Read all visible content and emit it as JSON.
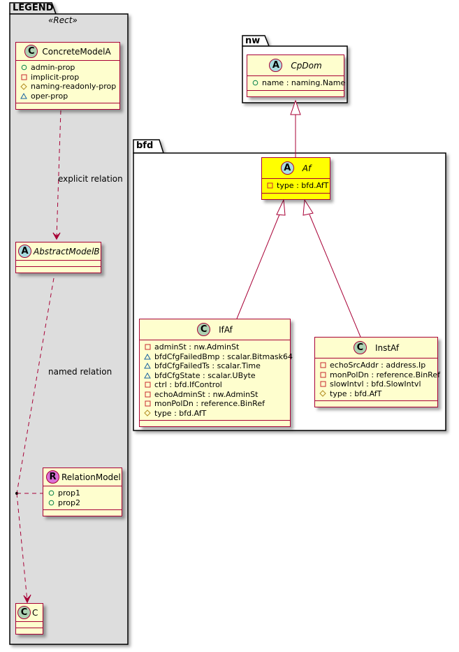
{
  "colors": {
    "border": "#a80036",
    "class_fill": "#fefece",
    "highlight_fill": "#ffff00",
    "legend_fill": "#dddddd",
    "spot_class": "#add1b2",
    "spot_abstract": "#a9dcdf",
    "spot_relation": "#da70d6",
    "vis_public": "#038048",
    "vis_private": "#c82930",
    "vis_protected": "#b38d22",
    "vis_package": "#1963a0"
  },
  "legend": {
    "package_name": "LEGEND",
    "stereotype": "«Rect»",
    "concrete": {
      "spot": "C",
      "name": "ConcreteModelA",
      "attributes": [
        {
          "vis": "public",
          "text": "admin-prop"
        },
        {
          "vis": "private",
          "text": "implicit-prop"
        },
        {
          "vis": "protected",
          "text": "naming-readonly-prop"
        },
        {
          "vis": "package",
          "text": "oper-prop"
        }
      ]
    },
    "explicit_relation_label": "explicit relation",
    "abstract": {
      "spot": "A",
      "name": "AbstractModelB"
    },
    "named_relation_label": "named relation",
    "relation_model": {
      "spot": "R",
      "name": "RelationModel",
      "attributes": [
        {
          "vis": "public",
          "text": "prop1"
        },
        {
          "vis": "public",
          "text": "prop2"
        }
      ]
    },
    "c_class": {
      "spot": "C",
      "name": "C"
    }
  },
  "nw": {
    "package_name": "nw",
    "cpdom": {
      "spot": "A",
      "name": "CpDom",
      "attributes": [
        {
          "vis": "public",
          "text": "name : naming.Name"
        }
      ]
    }
  },
  "bfd": {
    "package_name": "bfd",
    "af": {
      "spot": "A",
      "name": "Af",
      "attributes": [
        {
          "vis": "private",
          "text": "type : bfd.AfT"
        }
      ]
    },
    "ifaf": {
      "spot": "C",
      "name": "IfAf",
      "attributes": [
        {
          "vis": "private",
          "text": "adminSt : nw.AdminSt"
        },
        {
          "vis": "package",
          "text": "bfdCfgFailedBmp : scalar.Bitmask64"
        },
        {
          "vis": "package",
          "text": "bfdCfgFailedTs : scalar.Time"
        },
        {
          "vis": "package",
          "text": "bfdCfgState : scalar.UByte"
        },
        {
          "vis": "private",
          "text": "ctrl : bfd.IfControl"
        },
        {
          "vis": "private",
          "text": "echoAdminSt : nw.AdminSt"
        },
        {
          "vis": "private",
          "text": "monPolDn : reference.BinRef"
        },
        {
          "vis": "protected",
          "text": "type : bfd.AfT"
        }
      ]
    },
    "instaf": {
      "spot": "C",
      "name": "InstAf",
      "attributes": [
        {
          "vis": "private",
          "text": "echoSrcAddr : address.Ip"
        },
        {
          "vis": "private",
          "text": "monPolDn : reference.BinRef"
        },
        {
          "vis": "private",
          "text": "slowIntvl : bfd.SlowIntvl"
        },
        {
          "vis": "protected",
          "text": "type : bfd.AfT"
        }
      ]
    }
  }
}
